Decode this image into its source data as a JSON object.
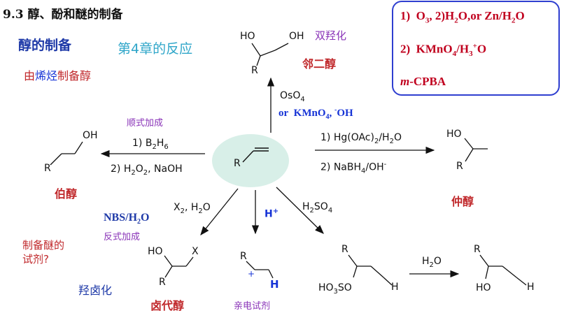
{
  "header": {
    "title": "9.3 醇、酚和醚的制备",
    "alcohol_prep": "醇的制备",
    "chapter_ref": "第4章的反应",
    "from_alkene_a": "由",
    "from_alkene_b": "烯烃",
    "from_alkene_c": "制备醇"
  },
  "dihydroxylation": {
    "label": "双羟化",
    "product_name": "邻二醇",
    "reagent1": "OsO4",
    "reagent2": "or  KMnO4, -OH",
    "struct": {
      "ho_left": "HO",
      "oh_right": "OH",
      "r": "R"
    }
  },
  "reagent_box": {
    "line1": "1)  O3, 2)H2O,or Zn/H2O",
    "line2": "2)  KMnO4/H3+O",
    "line3_italic": "m",
    "line3_rest": "-CPBA"
  },
  "hydroboration": {
    "label": "顺式加成",
    "step1": "1) B2H6",
    "step2": "2) H2O2, NaOH",
    "product_name": "伯醇",
    "struct": {
      "oh": "OH",
      "r": "R"
    }
  },
  "oxymercuration": {
    "step1": "1) Hg(OAc)2/H2O",
    "step2": "2) NaBH4/OH-",
    "product_name": "仲醇",
    "struct": {
      "ho": "HO",
      "r": "R"
    }
  },
  "halohydrin": {
    "reagent": "X2, H2O",
    "nbs": "NBS/H2O",
    "anti_add": "反式加成",
    "product_name": "卤代醇",
    "hydroxy_halogenation": "羟卤化",
    "ether_q1": "制备醚的",
    "ether_q2": "试剂?",
    "struct": {
      "ho": "HO",
      "x": "X",
      "r": "R"
    }
  },
  "acid": {
    "reagent": "H+",
    "product_name": "亲电试剂",
    "struct": {
      "r": "R",
      "plus": "+",
      "h": "H"
    }
  },
  "sulfuric": {
    "reagent": "H2SO4",
    "water": "H2O",
    "struct1": {
      "r": "R",
      "hso3o": "HO3SO",
      "h": "H"
    },
    "struct2": {
      "r": "R",
      "ho": "HO",
      "h": "H"
    }
  },
  "substrate": {
    "r": "R"
  },
  "colors": {
    "accent_blue": "#1f3aa8",
    "teal": "#2fa6c9",
    "red": "#c0282b",
    "purple": "#8a34b8",
    "ellipse": "#d8efe8",
    "box_border": "#2f3fd0",
    "box_text": "#c0001e"
  }
}
